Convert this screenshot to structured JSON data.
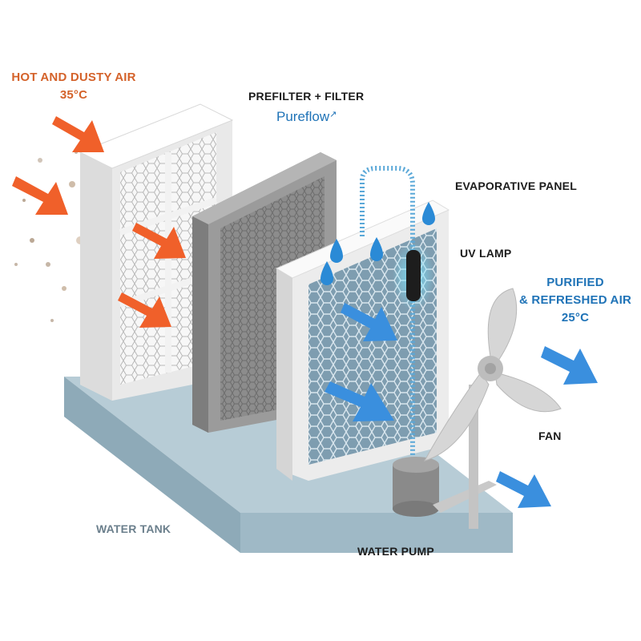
{
  "labels": {
    "hot_air_line1": "HOT AND DUSTY AIR",
    "hot_air_line2": "35°C",
    "prefilter": "PREFILTER + FILTER",
    "brand": "Pureflow",
    "evaporative_panel": "EVAPORATIVE PANEL",
    "uv_lamp": "UV LAMP",
    "purified_line1": "PURIFIED",
    "purified_line2": "& REFRESHED AIR",
    "purified_line3": "25°C",
    "fan": "FAN",
    "water_tank": "WATER TANK",
    "water_pump": "WATER PUMP"
  },
  "colors": {
    "hot_air": "#d4622a",
    "hot_arrow": "#f0602a",
    "cool_air": "#1f73b7",
    "cool_arrow": "#3a8fde",
    "water_drop": "#2a8ad6",
    "tank": "#a9c2ce",
    "frame": "#f2f2f2"
  }
}
